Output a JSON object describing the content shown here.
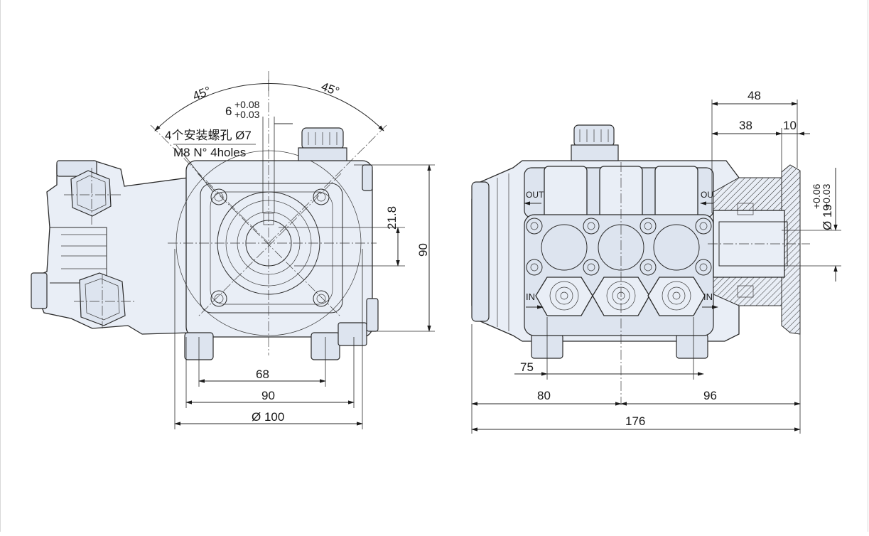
{
  "front_view": {
    "angle_left": "45°",
    "angle_right": "45°",
    "keyway_width": "6",
    "keyway_tol_upper": "+0.08",
    "keyway_tol_lower": "+0.03",
    "holes_cn": "4个安装螺孔 Ø7",
    "holes_en": "M8 N° 4holes",
    "dim_21_8": "21.8",
    "dim_90_vert": "90",
    "dim_68": "68",
    "dim_90": "90",
    "dim_dia100": "Ø 100"
  },
  "side_view": {
    "label_out_left": "OUT",
    "label_out_right": "OUT",
    "label_in_left": "IN",
    "label_in_right": "IN",
    "dim_48": "48",
    "dim_38": "38",
    "dim_10": "10",
    "shaft_dia": "Ø 19",
    "shaft_tol_upper": "+0.06",
    "shaft_tol_lower": "+0.03",
    "dim_75": "75",
    "dim_80": "80",
    "dim_96": "96",
    "dim_176": "176"
  }
}
